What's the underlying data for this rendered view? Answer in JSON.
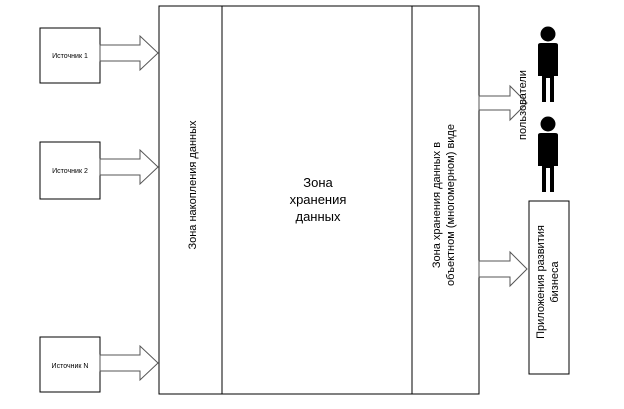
{
  "sources": [
    {
      "label": "Источник 1"
    },
    {
      "label": "Источник 2"
    },
    {
      "label": "Источник N"
    }
  ],
  "zones": {
    "accumulation": "Зона накопления данных",
    "storage_lines": [
      "Зона",
      "хранения",
      "данных"
    ],
    "object_storage_lines": [
      "Зона хранения данных в",
      "объектном (многомерном) виде"
    ]
  },
  "consumers": {
    "users_label": "пользователи",
    "apps_lines": [
      "Приложения развития",
      "бизнеса"
    ]
  }
}
